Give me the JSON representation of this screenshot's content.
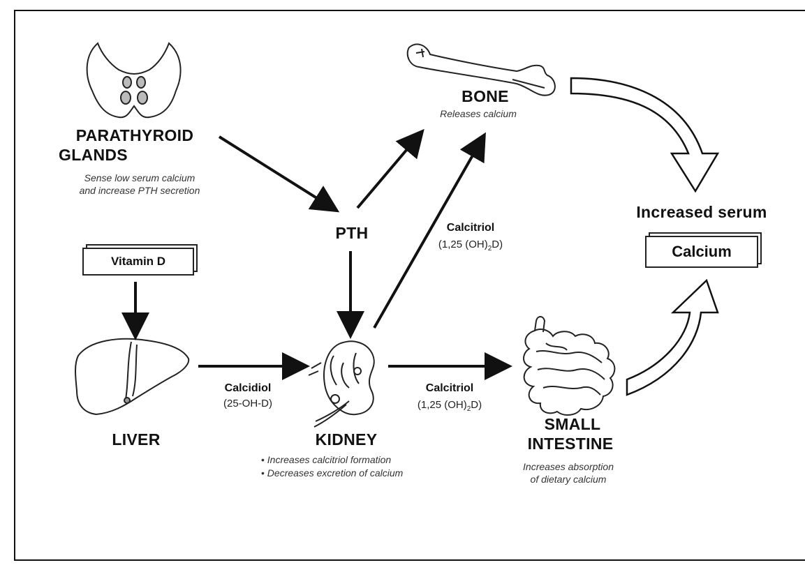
{
  "nodes": {
    "parathyroid": {
      "title_line1": "PARATHYROID",
      "title_line2": "GLANDS",
      "desc_line1": "Sense low serum calcium",
      "desc_line2": "and  increase PTH secretion"
    },
    "bone": {
      "title": "BONE",
      "desc": "Releases calcium"
    },
    "pth": {
      "label": "PTH"
    },
    "vitamin_d": {
      "label": "Vitamin D"
    },
    "liver": {
      "title": "LIVER"
    },
    "kidney": {
      "title": "KIDNEY",
      "bullets": [
        "Increases calcitriol formation",
        "Decreases excretion of calcium"
      ]
    },
    "small_intestine": {
      "title_line1": "SMALL",
      "title_line2": "INTESTINE",
      "desc_line1": "Increases absorption",
      "desc_line2": "of dietary calcium"
    },
    "serum": {
      "title": "Increased serum",
      "box_label": "Calcium"
    }
  },
  "edge_labels": {
    "calcidiol": {
      "name": "Calcidiol",
      "formula": "(25-OH-D)"
    },
    "calcitriol_bone": {
      "name": "Calcitriol",
      "formula_pre": "(1,25 (OH)",
      "formula_sub": "2",
      "formula_post": "D)"
    },
    "calcitriol_intestine": {
      "name": "Calcitriol",
      "formula_pre": "(1,25 (OH)",
      "formula_sub": "2",
      "formula_post": "D)"
    }
  }
}
